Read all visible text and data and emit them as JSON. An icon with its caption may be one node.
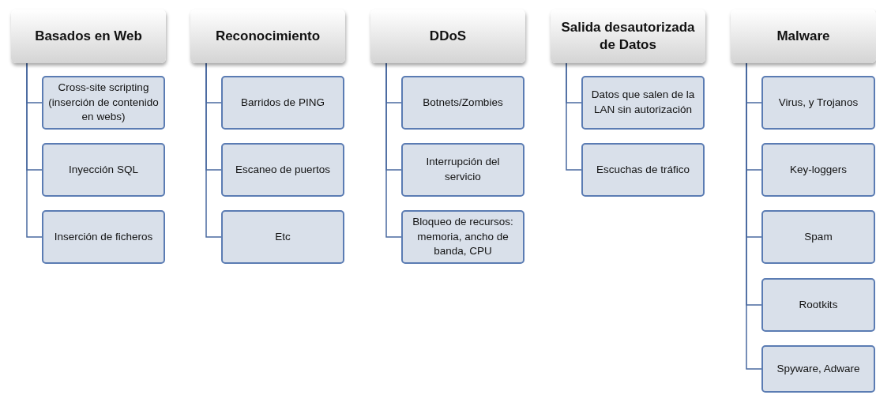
{
  "diagram": {
    "nodes": [
      {
        "text": [
          "Basados en Web"
        ]
      },
      {
        "text": [
          "Cross-site scripting (inserción de contenido en webs)"
        ]
      },
      {
        "text": [
          "Inyección  SQL"
        ]
      },
      {
        "text": [
          "Inserción de ficheros"
        ]
      },
      {
        "text": [
          "Reconocimiento"
        ]
      },
      {
        "text": [
          "Barridos  de PING"
        ]
      },
      {
        "text": [
          "Escaneo de puertos"
        ]
      },
      {
        "text": [
          "Etc"
        ]
      },
      {
        "text": [
          "DDoS"
        ]
      },
      {
        "text": [
          "Botnets/Zombies"
        ]
      },
      {
        "text": [
          "Interrupción del servicio"
        ]
      },
      {
        "text": [
          "Bloqueo de recursos: memoria, ancho de banda, CPU"
        ]
      },
      {
        "text": [
          "Salida desautorizada de Datos"
        ]
      },
      {
        "text": [
          "Datos que salen de la LAN sin autorización"
        ]
      },
      {
        "text": [
          "Escuchas de tráfico"
        ]
      },
      {
        "text": [
          "Malware"
        ]
      },
      {
        "text": [
          "Virus, y Trojanos"
        ]
      },
      {
        "text": [
          "Key-loggers"
        ]
      },
      {
        "text": [
          "Spam"
        ]
      },
      {
        "text": [
          "Rootkits"
        ]
      },
      {
        "text": [
          "Spyware, Adware"
        ]
      }
    ],
    "edges": [
      {
        "from": 0,
        "to": 1,
        "arrow": "none"
      },
      {
        "from": 0,
        "to": 2,
        "arrow": "none"
      },
      {
        "from": 0,
        "to": 3,
        "arrow": "none"
      },
      {
        "from": 4,
        "to": 5,
        "arrow": "none"
      },
      {
        "from": 4,
        "to": 6,
        "arrow": "none"
      },
      {
        "from": 4,
        "to": 7,
        "arrow": "none"
      },
      {
        "from": 8,
        "to": 9,
        "arrow": "none"
      },
      {
        "from": 8,
        "to": 10,
        "arrow": "none"
      },
      {
        "from": 8,
        "to": 11,
        "arrow": "none"
      },
      {
        "from": 12,
        "to": 13,
        "arrow": "none"
      },
      {
        "from": 12,
        "to": 14,
        "arrow": "none"
      },
      {
        "from": 15,
        "to": 16,
        "arrow": "none"
      },
      {
        "from": 15,
        "to": 17,
        "arrow": "none"
      },
      {
        "from": 15,
        "to": 18,
        "arrow": "none"
      },
      {
        "from": 15,
        "to": 19,
        "arrow": "none"
      },
      {
        "from": 15,
        "to": 20,
        "arrow": "none"
      }
    ]
  }
}
